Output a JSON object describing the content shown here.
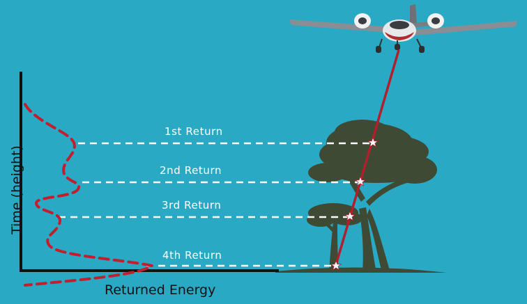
{
  "diagram": {
    "x_axis_label": "Returned Energy",
    "y_axis_label": "Time (height)",
    "returns": [
      {
        "label": "1st Return"
      },
      {
        "label": "2nd Return"
      },
      {
        "label": "3rd Return"
      },
      {
        "label": "4th Return"
      }
    ],
    "colors": {
      "background": "#2aa9c4",
      "laser": "#b01f2c",
      "waveform": "#c0202e",
      "tree": "#3f4a35",
      "axis": "#111111",
      "guide_lines": "#ffffff"
    },
    "icons": [
      "airplane-icon",
      "tree-icon",
      "star-icon"
    ]
  }
}
